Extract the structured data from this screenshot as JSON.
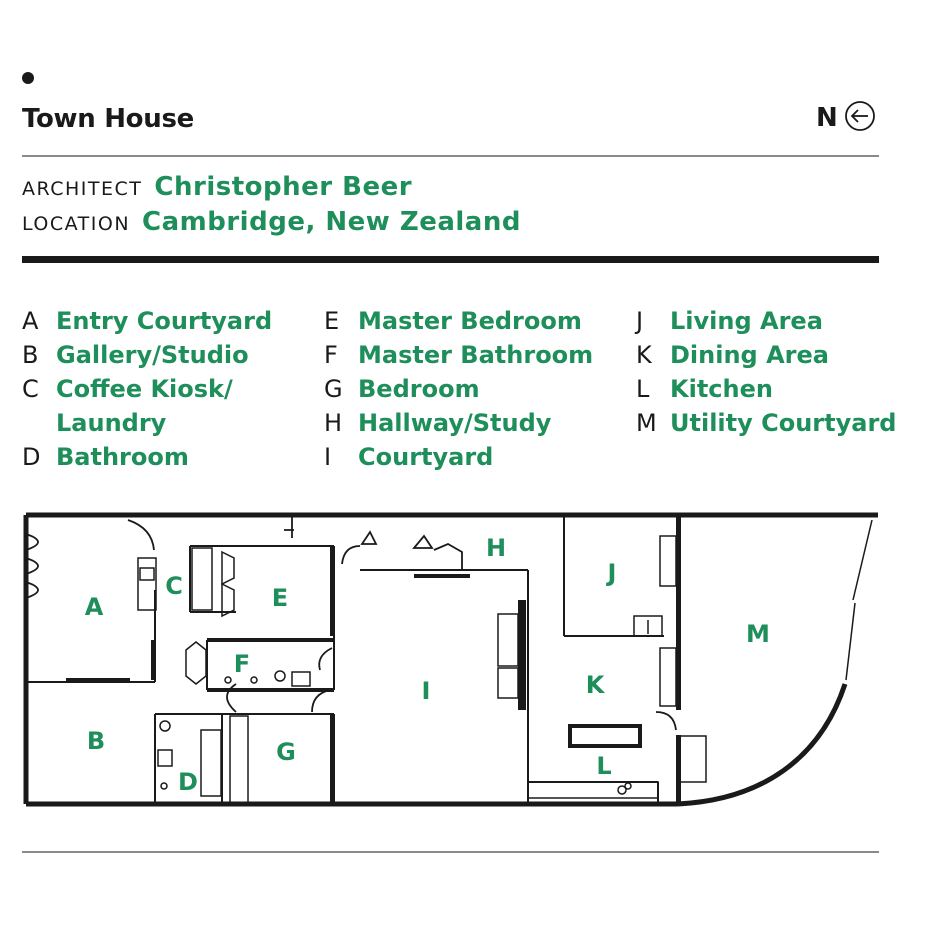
{
  "header": {
    "title": "Town House",
    "north_label": "N"
  },
  "meta": {
    "architect_label": "ARCHITECT",
    "architect_value": "Christopher Beer",
    "location_label": "LOCATION",
    "location_value": "Cambridge, New Zealand"
  },
  "legend": {
    "col1": [
      {
        "letter": "A",
        "name": "Entry Courtyard"
      },
      {
        "letter": "B",
        "name": "Gallery/Studio"
      },
      {
        "letter": "C",
        "name": "Coffee Kiosk/"
      },
      {
        "letter": "",
        "name": "Laundry"
      },
      {
        "letter": "D",
        "name": "Bathroom"
      }
    ],
    "col2": [
      {
        "letter": "E",
        "name": "Master Bedroom"
      },
      {
        "letter": "F",
        "name": "Master Bathroom"
      },
      {
        "letter": "G",
        "name": "Bedroom"
      },
      {
        "letter": "H",
        "name": "Hallway/Study"
      },
      {
        "letter": "I",
        "name": "Courtyard"
      }
    ],
    "col3": [
      {
        "letter": "J",
        "name": "Living Area"
      },
      {
        "letter": "K",
        "name": "Dining Area"
      },
      {
        "letter": "L",
        "name": "Kitchen"
      },
      {
        "letter": "M",
        "name": "Utility Courtyard"
      }
    ]
  },
  "plan_labels": {
    "A": "A",
    "B": "B",
    "C": "C",
    "D": "D",
    "E": "E",
    "F": "F",
    "G": "G",
    "H": "H",
    "I": "I",
    "J": "J",
    "K": "K",
    "L": "L",
    "M": "M"
  },
  "colors": {
    "accent": "#1e8e5a",
    "ink": "#1a1a1a",
    "rule": "#8a8a8a"
  },
  "icons": {
    "north": "arrow-left-circle-icon"
  }
}
